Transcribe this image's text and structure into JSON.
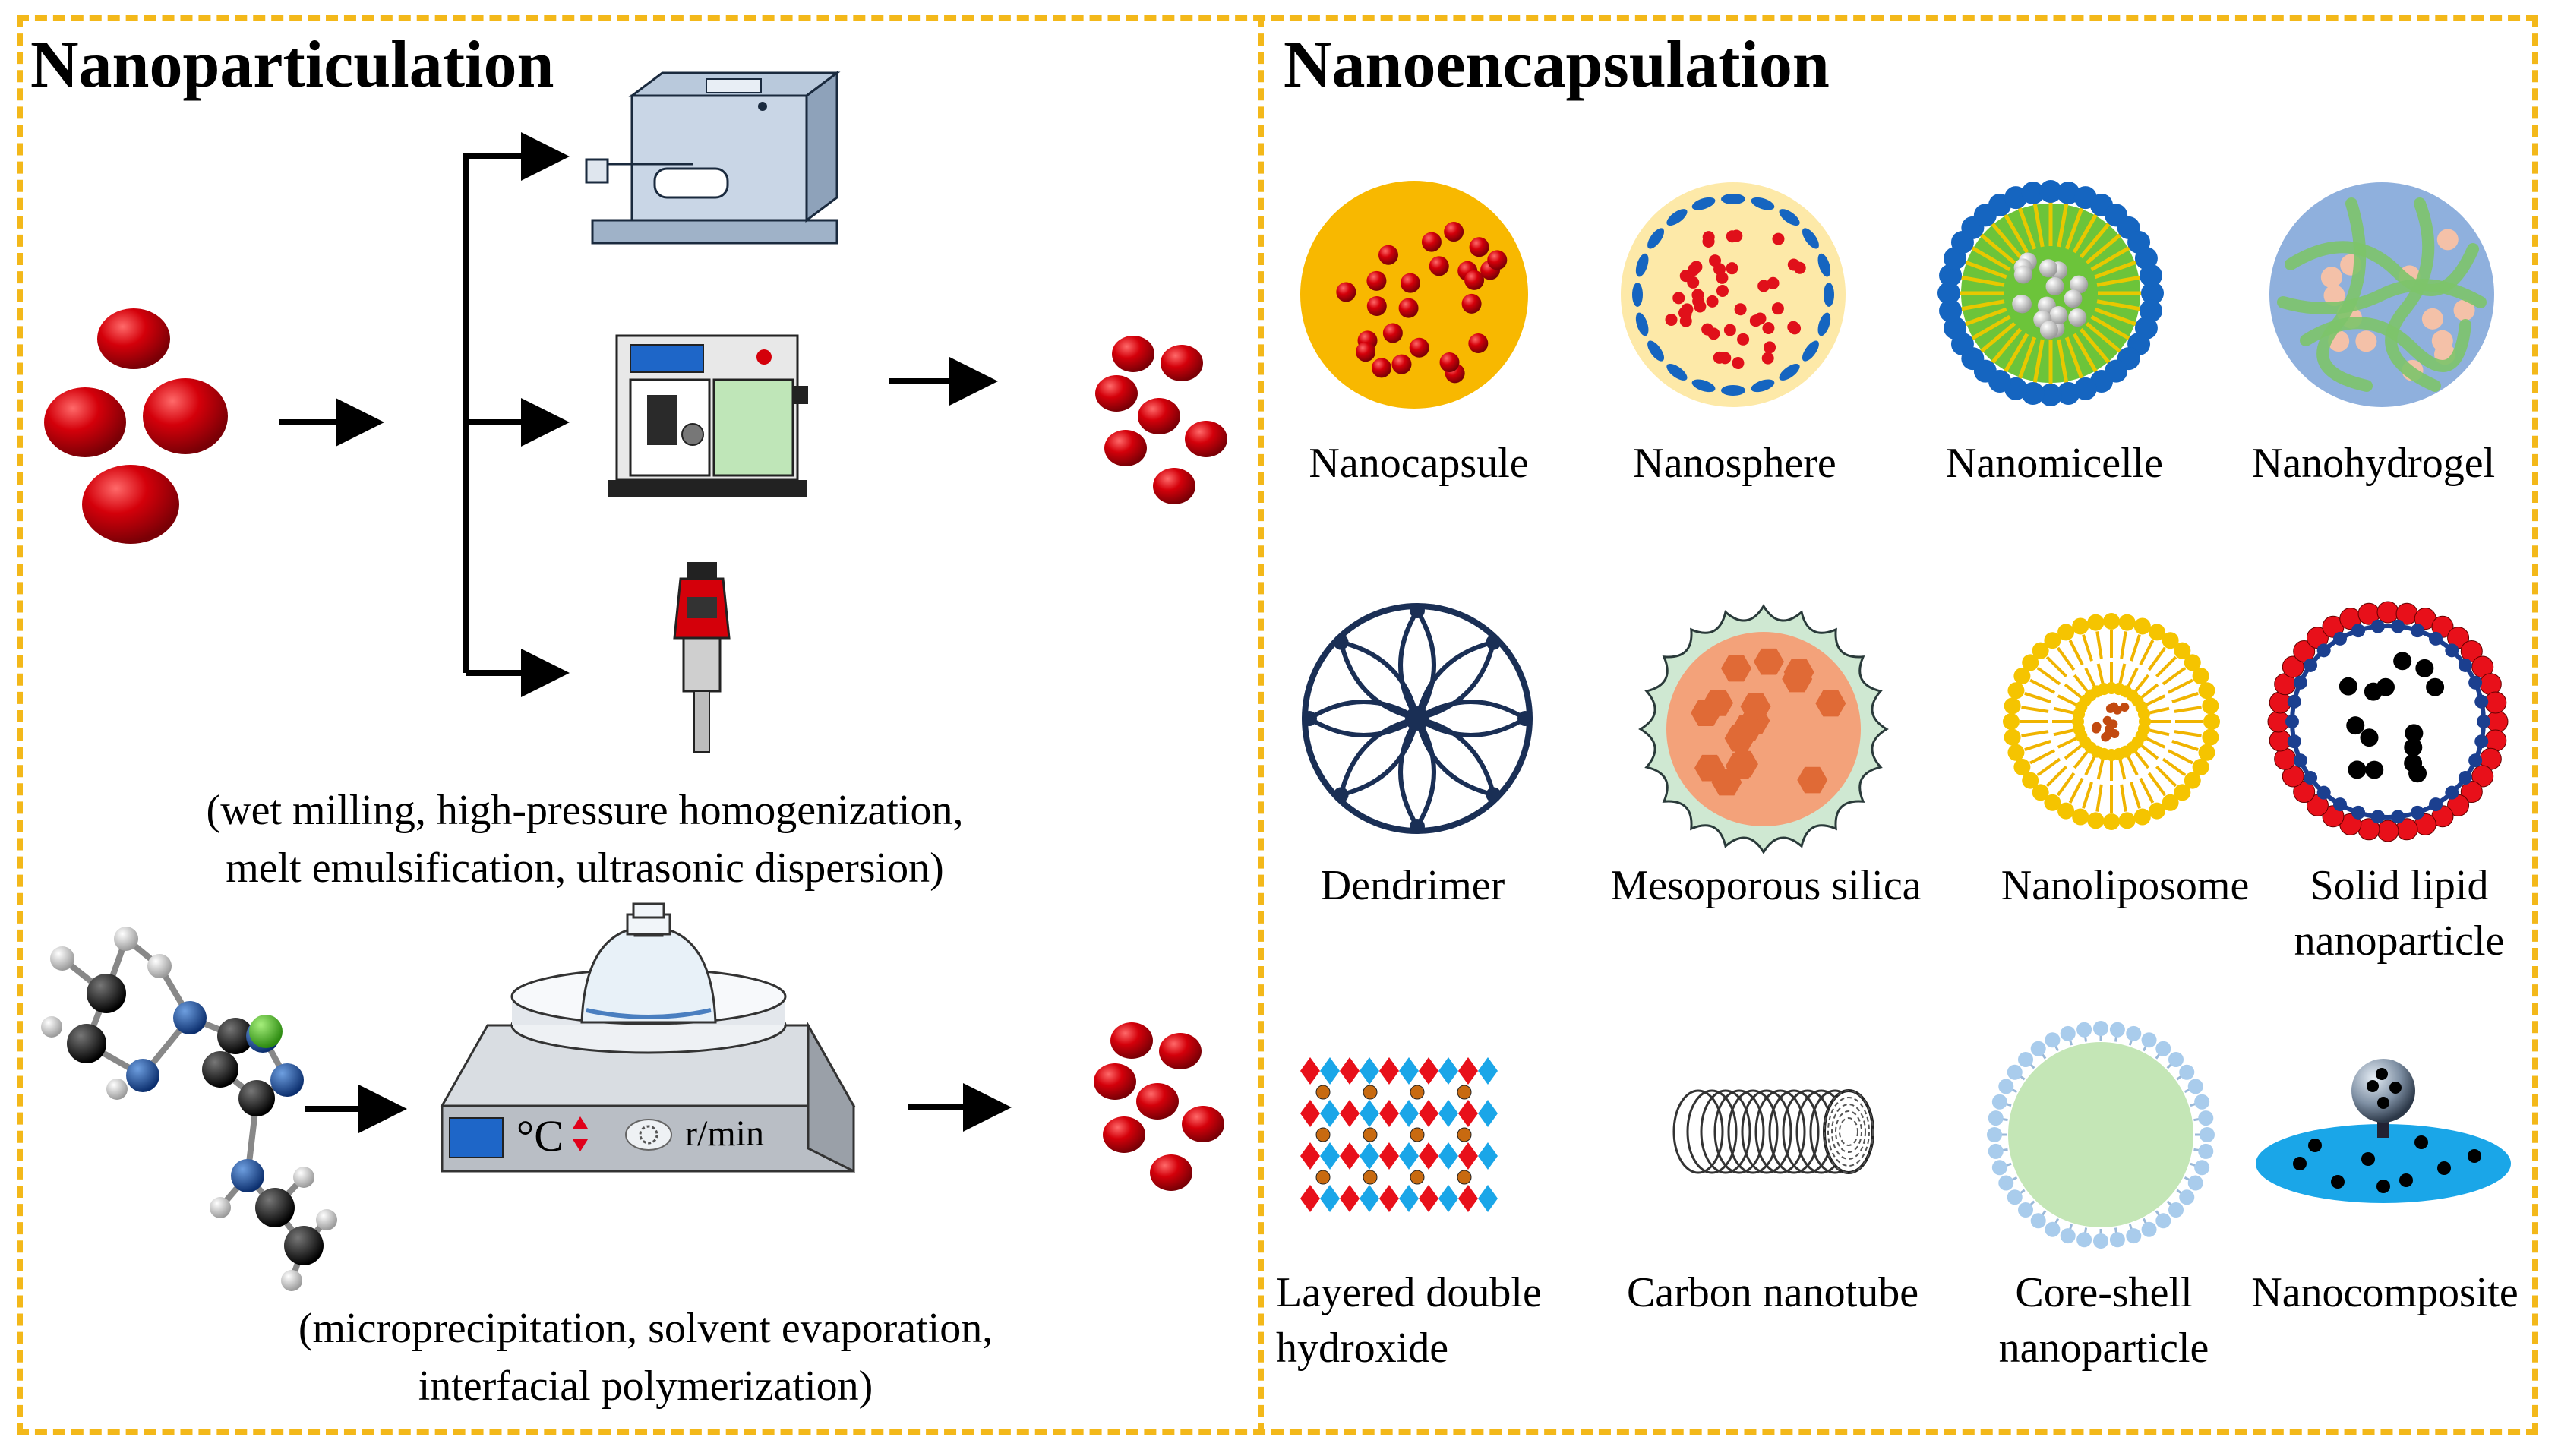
{
  "left_panel": {
    "title": "Nanoparticulation",
    "top_methods_caption_line1": "(wet milling, high-pressure homogenization,",
    "top_methods_caption_line2": "melt emulsification, ultrasonic dispersion)",
    "bottom_methods_caption_line1": "(microprecipitation, solvent evaporation,",
    "bottom_methods_caption_line2": "interfacial polymerization)",
    "hotplate": {
      "temp_unit": "°C",
      "speed_unit": "r/min"
    }
  },
  "right_panel": {
    "title": "Nanoencapsulation",
    "carriers": [
      {
        "id": "nanocapsule",
        "label_lines": [
          "Nanocapsule"
        ]
      },
      {
        "id": "nanosphere",
        "label_lines": [
          "Nanosphere"
        ]
      },
      {
        "id": "nanomicelle",
        "label_lines": [
          "Nanomicelle"
        ]
      },
      {
        "id": "nanohydrogel",
        "label_lines": [
          "Nanohydrogel"
        ]
      },
      {
        "id": "dendrimer",
        "label_lines": [
          "Dendrimer"
        ]
      },
      {
        "id": "mesoporous-silica",
        "label_lines": [
          "Mesoporous silica"
        ]
      },
      {
        "id": "nanoliposome",
        "label_lines": [
          "Nanoliposome"
        ]
      },
      {
        "id": "solid-lipid-nanoparticle",
        "label_lines": [
          "Solid lipid",
          "nanoparticle"
        ]
      },
      {
        "id": "layered-double-hydroxide",
        "label_lines": [
          "Layered double",
          "hydroxide"
        ]
      },
      {
        "id": "carbon-nanotube",
        "label_lines": [
          "Carbon nanotube"
        ]
      },
      {
        "id": "core-shell-nanoparticle",
        "label_lines": [
          "Core-shell",
          "nanoparticle"
        ]
      },
      {
        "id": "nanocomposite",
        "label_lines": [
          "Nanocomposite"
        ]
      }
    ]
  },
  "colors": {
    "border": "#f3b81a",
    "particle_red": "#d4000a",
    "nanocapsule_shell": "#f8b800",
    "nanosphere_fill": "#fde9a8",
    "micelle_core": "#6cc43a",
    "micelle_heads": "#1565c0",
    "hydrogel_fill": "#8fb0dd",
    "hydrogel_strands": "#7dc46a",
    "dendrimer_line": "#1a2f55",
    "silica_fill": "#f3a27a",
    "liposome_heads": "#f5c400",
    "sln_shell_red": "#e8101a",
    "sln_shell_blue": "#1b3f8f",
    "ldh_red": "#e8101a",
    "ldh_blue": "#1aa6e8",
    "coreshell_core": "#c4e6b6",
    "coreshell_shell": "#a9ccec",
    "nanocomposite_disc": "#1aa6e8"
  }
}
